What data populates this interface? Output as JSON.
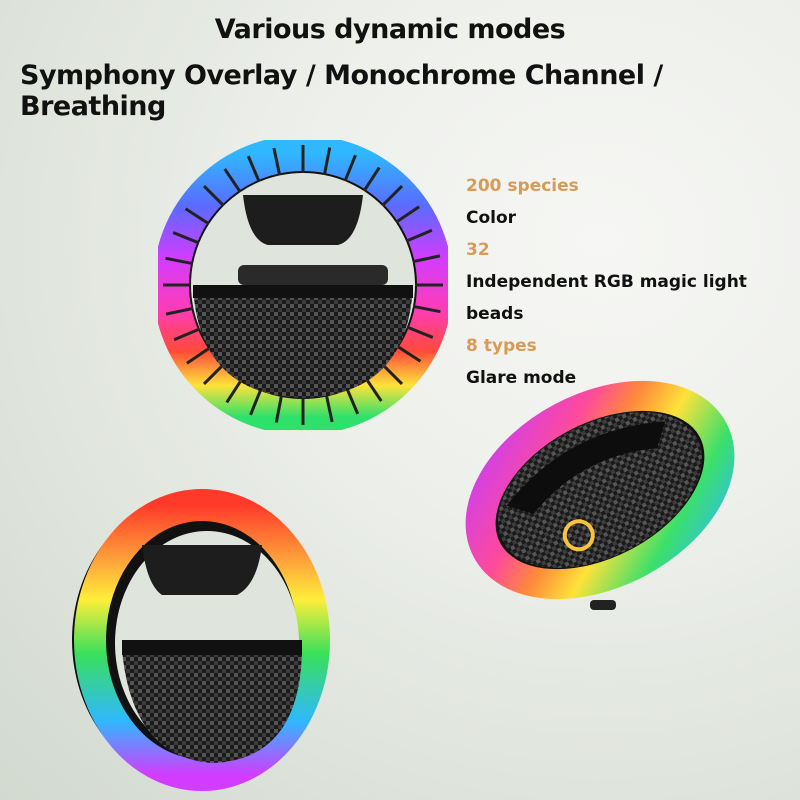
{
  "header": {
    "title": "Various dynamic modes",
    "subtitle": "Symphony Overlay / Monochrome Channel / Breathing"
  },
  "specs": [
    {
      "value": "200 species",
      "label": "Color"
    },
    {
      "value": "32",
      "label": "Independent RGB magic light beads"
    },
    {
      "value": "8 types",
      "label": "Glare mode"
    }
  ],
  "colors": {
    "highlight": "#d99a55",
    "text": "#111111",
    "background": "#e4e8e1"
  },
  "images": [
    {
      "name": "rgb-ring-device-front"
    },
    {
      "name": "rgb-ring-device-tilted"
    },
    {
      "name": "rgb-ring-device-angled"
    }
  ]
}
